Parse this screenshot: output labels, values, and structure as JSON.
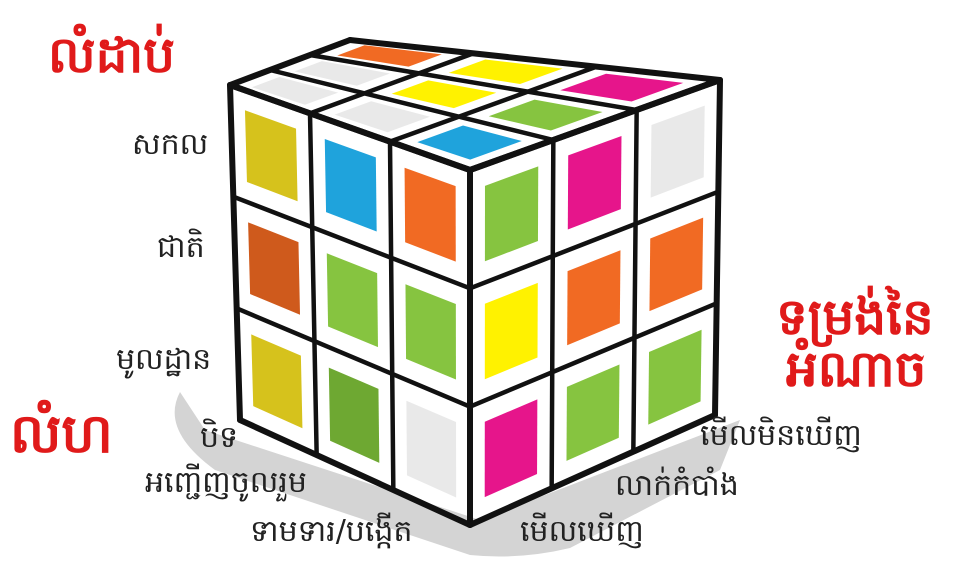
{
  "colors": {
    "ink": "#111111",
    "accent_red": "#e01a1a",
    "shadow": "#d4d4d4",
    "white_tile": "#e9e9e9",
    "yellow": "#fff200",
    "orange": "#f16a23",
    "green": "#86c440",
    "blue": "#1fa3dc",
    "magenta": "#e6158b",
    "mustard": "#d6c21c",
    "brown_orange": "#cf5a1c",
    "olive_green": "#6ea832"
  },
  "left_title": "លំដាប់",
  "left_axis_labels": [
    "សកល",
    "ជាតិ",
    "មូលដ្ឋាន"
  ],
  "bottom_left_title": "លំហ",
  "bottom_left_labels": [
    "បិទ",
    "អញ្ជើញចូលរួម",
    "ទាមទារ/បង្កើត"
  ],
  "right_title_line1": "ទម្រង់នៃ",
  "right_title_line2": "អំណាច",
  "bottom_right_labels": [
    "មើលមិនឃើញ",
    "លាក់កំបាំង",
    "មើលឃើញ"
  ],
  "cube": {
    "top_face": [
      [
        "orange",
        "yellow",
        "magenta"
      ],
      [
        "white_tile",
        "yellow",
        "green"
      ],
      [
        "white_tile",
        "white_tile",
        "blue"
      ]
    ],
    "left_face": [
      [
        "mustard",
        "blue",
        "orange"
      ],
      [
        "brown_orange",
        "green",
        "green"
      ],
      [
        "mustard",
        "olive_green",
        "white_tile"
      ]
    ],
    "right_face": [
      [
        "green",
        "magenta",
        "white_tile"
      ],
      [
        "yellow",
        "orange",
        "orange"
      ],
      [
        "magenta",
        "green",
        "green"
      ]
    ]
  }
}
